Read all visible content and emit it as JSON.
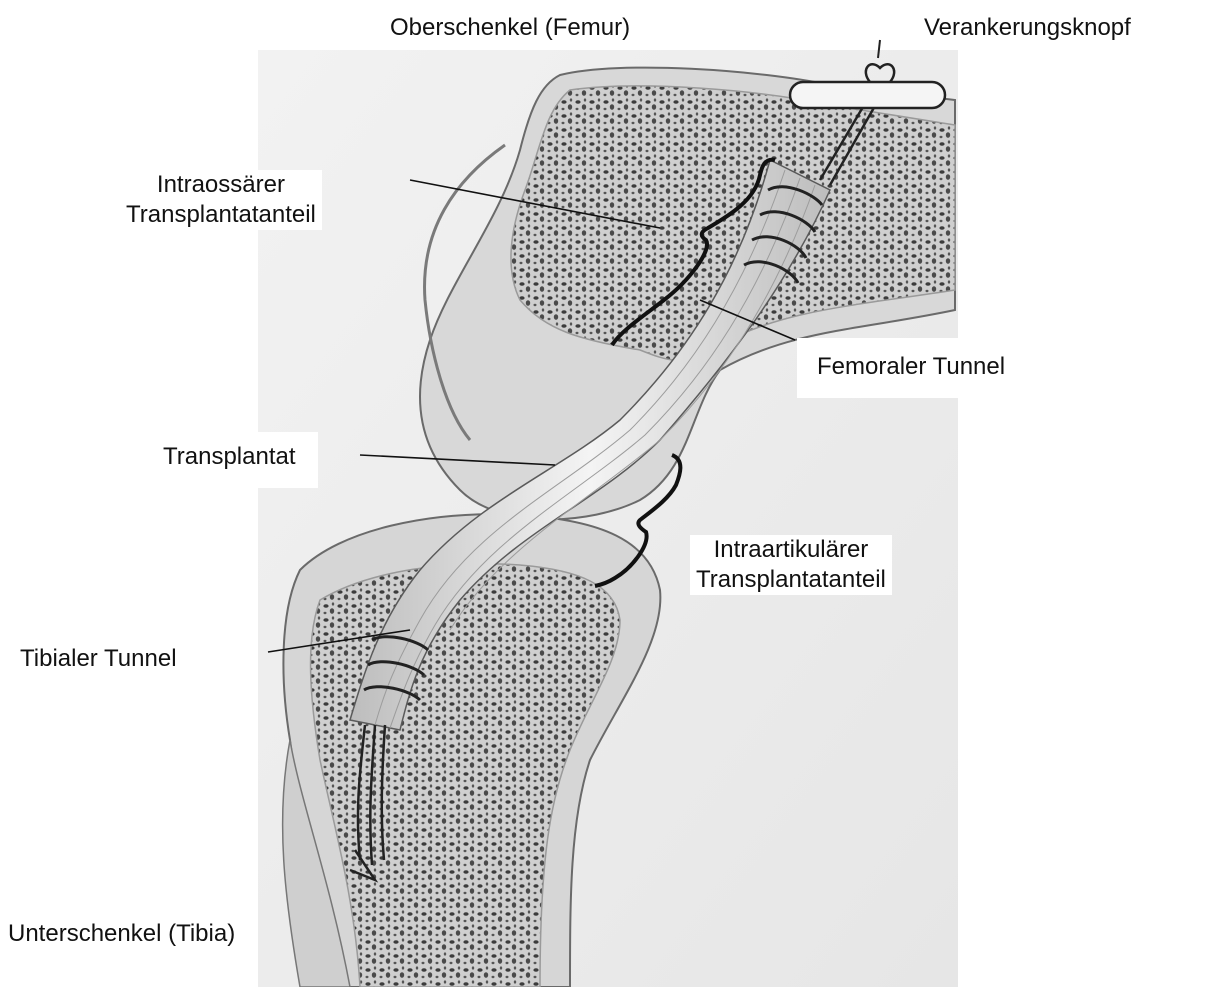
{
  "labels": {
    "femur": "Oberschenkel (Femur)",
    "anchor_button": "Verankerungsknopf",
    "intraosseous_line1": "Intraossärer",
    "intraosseous_line2": "Transplantatanteil",
    "femoral_tunnel": "Femoraler Tunnel",
    "graft": "Transplantat",
    "intraarticular_line1": "Intraartikulärer",
    "intraarticular_line2": "Transplantatanteil",
    "tibial_tunnel": "Tibialer Tunnel",
    "tibia": "Unterschenkel (Tibia)"
  },
  "colors": {
    "background": "#ffffff",
    "illustration_bg": "#eeeeee",
    "bone_cortex": "#d9d9d9",
    "bone_marrow": "#8a8a8a",
    "graft": "#e9e9e9",
    "ink": "#111111"
  }
}
